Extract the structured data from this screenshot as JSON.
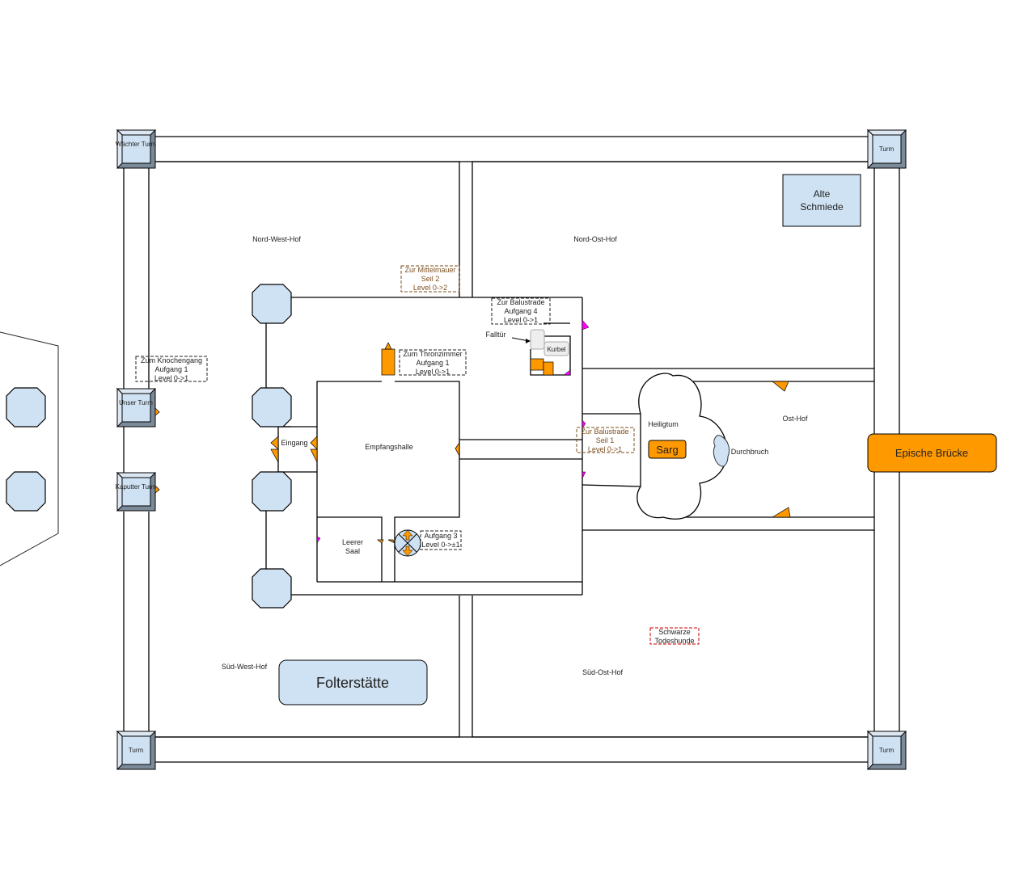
{
  "diagram": {
    "colors": {
      "tower_fill": "#cfe2f3",
      "tower_dark": "#7b8a99",
      "highlight_orange": "#ff9900",
      "magenta_marker": "#ff00ff",
      "note_brown": "#7f4f1f",
      "note_red": "#cc0000",
      "falltuer_gray": "#eeeeee"
    },
    "towers": {
      "nw": "Wächter Turm",
      "ne": "Turm",
      "sw": "Turm",
      "se": "Turm",
      "unser": "Unser Turm",
      "kaputt": "Kaputter Turm"
    },
    "courtyards": {
      "nw": "Nord-West-Hof",
      "ne": "Nord-Ost-Hof",
      "sw": "Süd-West-Hof",
      "se": "Süd-Ost-Hof",
      "ost": "Ost-Hof"
    },
    "buildings": {
      "schmiede": "Alte Schmiede",
      "folter": "Folterstätte",
      "bruecke": "Epische Brücke",
      "empfang": "Empfangshalle",
      "eingang": "Eingang",
      "leerer_saal": "Leerer Saal",
      "heiligtum": "Heiligtum",
      "sarg": "Sarg",
      "durchbruch": "Durchbruch",
      "falltuer": "Falltür",
      "kurbel": "Kurbel"
    },
    "notes": {
      "mittelmauer": [
        "Zur Mittelmauer",
        "Seil 2",
        "Level 0->2"
      ],
      "balustrade4": [
        "Zur Balustrade",
        "Aufgang 4",
        "Level 0->1"
      ],
      "thronzimmer": [
        "Zum Thronzimmer",
        "Aufgang 1",
        "Level 0->1"
      ],
      "knochengang": [
        "Zum Knochengang",
        "Aufgang 1",
        "Level 0->1"
      ],
      "balustrade1": [
        "Zur Balustrade",
        "Seil 1",
        "Level 0->1"
      ],
      "aufgang3": [
        "Aufgang 3",
        "Level 0->±1"
      ],
      "todeshunde": [
        "Schwarze",
        "Todeshunde"
      ]
    }
  }
}
